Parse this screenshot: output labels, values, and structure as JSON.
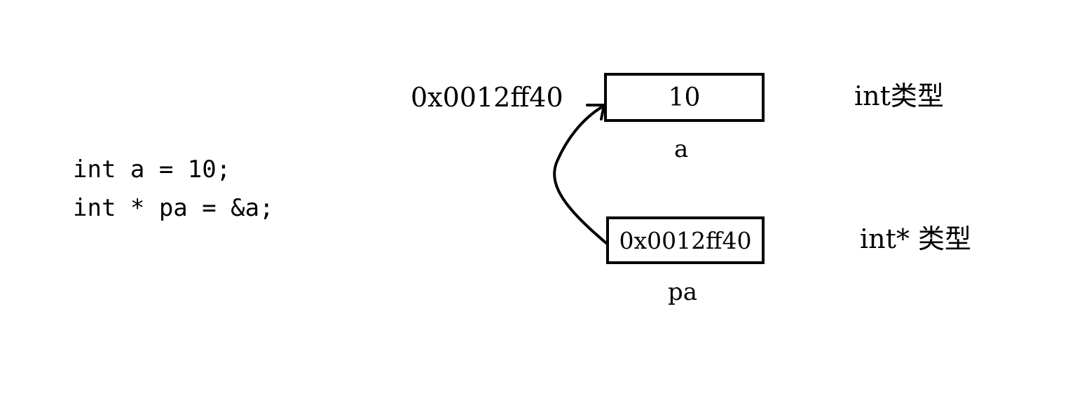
{
  "code": {
    "line1": "int a = 10;",
    "line2": "int * pa = &a;"
  },
  "memory": {
    "address_label": "0x0012ff40",
    "a_cell": {
      "value": "10",
      "name": "a",
      "type": "int类型"
    },
    "pa_cell": {
      "value": "0x0012ff40",
      "name": "pa",
      "type": "int* 类型"
    }
  }
}
